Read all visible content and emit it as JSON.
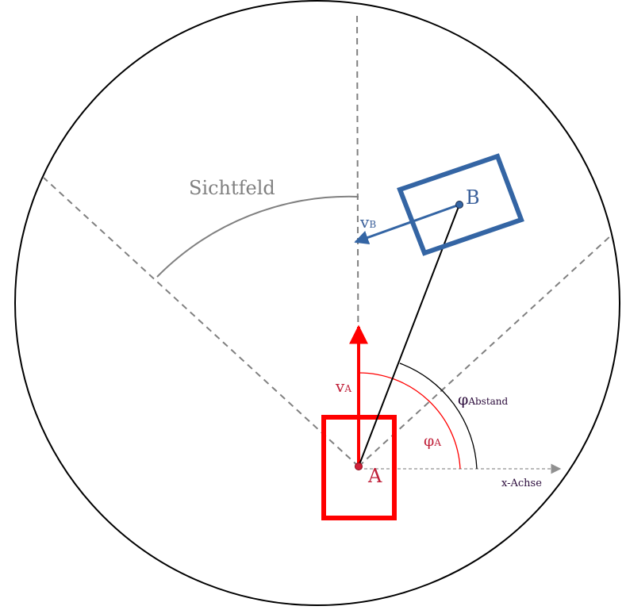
{
  "labels": {
    "sichtfeld": "Sichtfeld",
    "point_a": "A",
    "point_b": "B",
    "velocity_a_main": "v",
    "velocity_a_sub": "A",
    "velocity_b_main": "v",
    "velocity_b_sub": "B",
    "phi_a_main": "φ",
    "phi_a_sub": "A",
    "phi_abstand_main": "φ",
    "phi_abstand_sub": "Abstand",
    "x_axis": "x-Achse"
  },
  "colors": {
    "vehicle_a": "#ff0000",
    "vehicle_b": "#3465a4",
    "label_a": "#c0213a",
    "label_phi_abstand": "#2a0a3a",
    "label_b": "#3a5f9a",
    "guide": "#808080",
    "outline": "#000000"
  }
}
